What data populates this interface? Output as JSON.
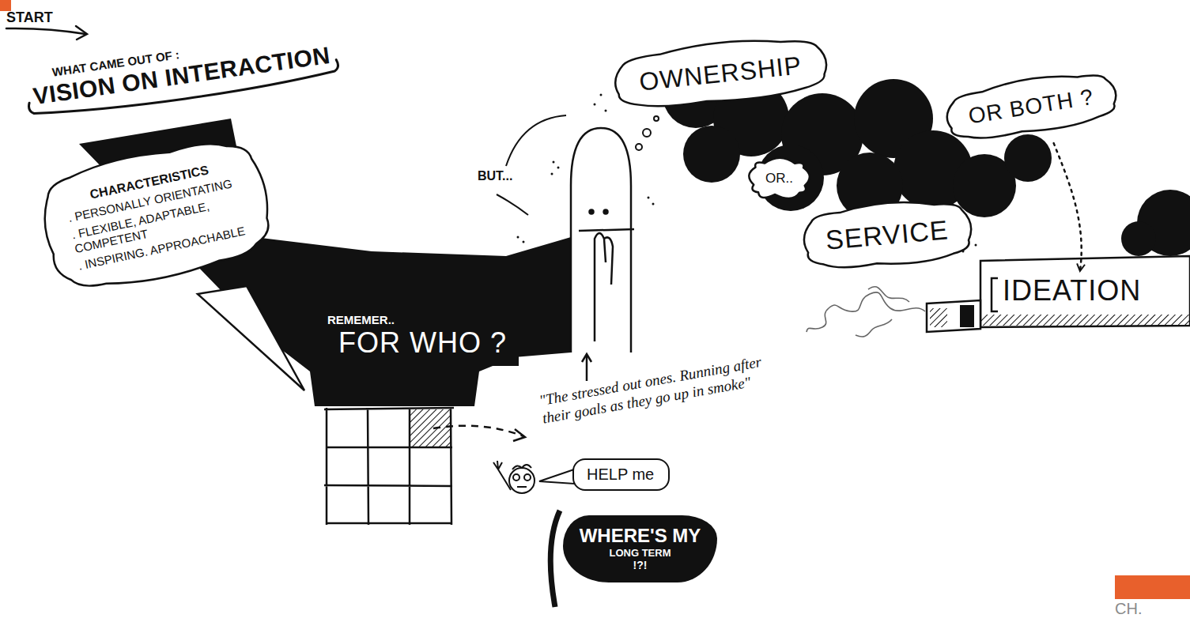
{
  "diagram": {
    "nodes": [
      {
        "text": [
          "WHAT CAME OUT OF :",
          "VISION ON INTERACTION"
        ]
      },
      {
        "text": [
          "CHARACTERISTICS",
          ". PERSONALLY ORIENTATING",
          ". FLEXIBLE, ADAPTABLE, COMPETENT",
          ". INSPIRING. APPROACHABLE"
        ]
      },
      {
        "text": [
          "REMEMER..",
          "FOR WHO ?"
        ]
      },
      {
        "text": [
          "HELP me"
        ]
      },
      {
        "text": [
          "WHERE'S MY",
          "LONG TERM",
          "!?!"
        ]
      },
      {
        "text": [
          "OWNERSHIP"
        ]
      },
      {
        "text": [
          "OR.."
        ]
      },
      {
        "text": [
          "SERVICE"
        ]
      },
      {
        "text": [
          "OR BOTH ?"
        ]
      },
      {
        "text": [
          "IDEATION"
        ]
      }
    ],
    "edges": [
      {
        "from": 8,
        "to": 9,
        "arrow": "to"
      }
    ],
    "labels": [
      "START",
      "BUT...",
      "\"The stressed out ones. Running after their goals as they go up in smoke\"",
      "CH."
    ]
  }
}
